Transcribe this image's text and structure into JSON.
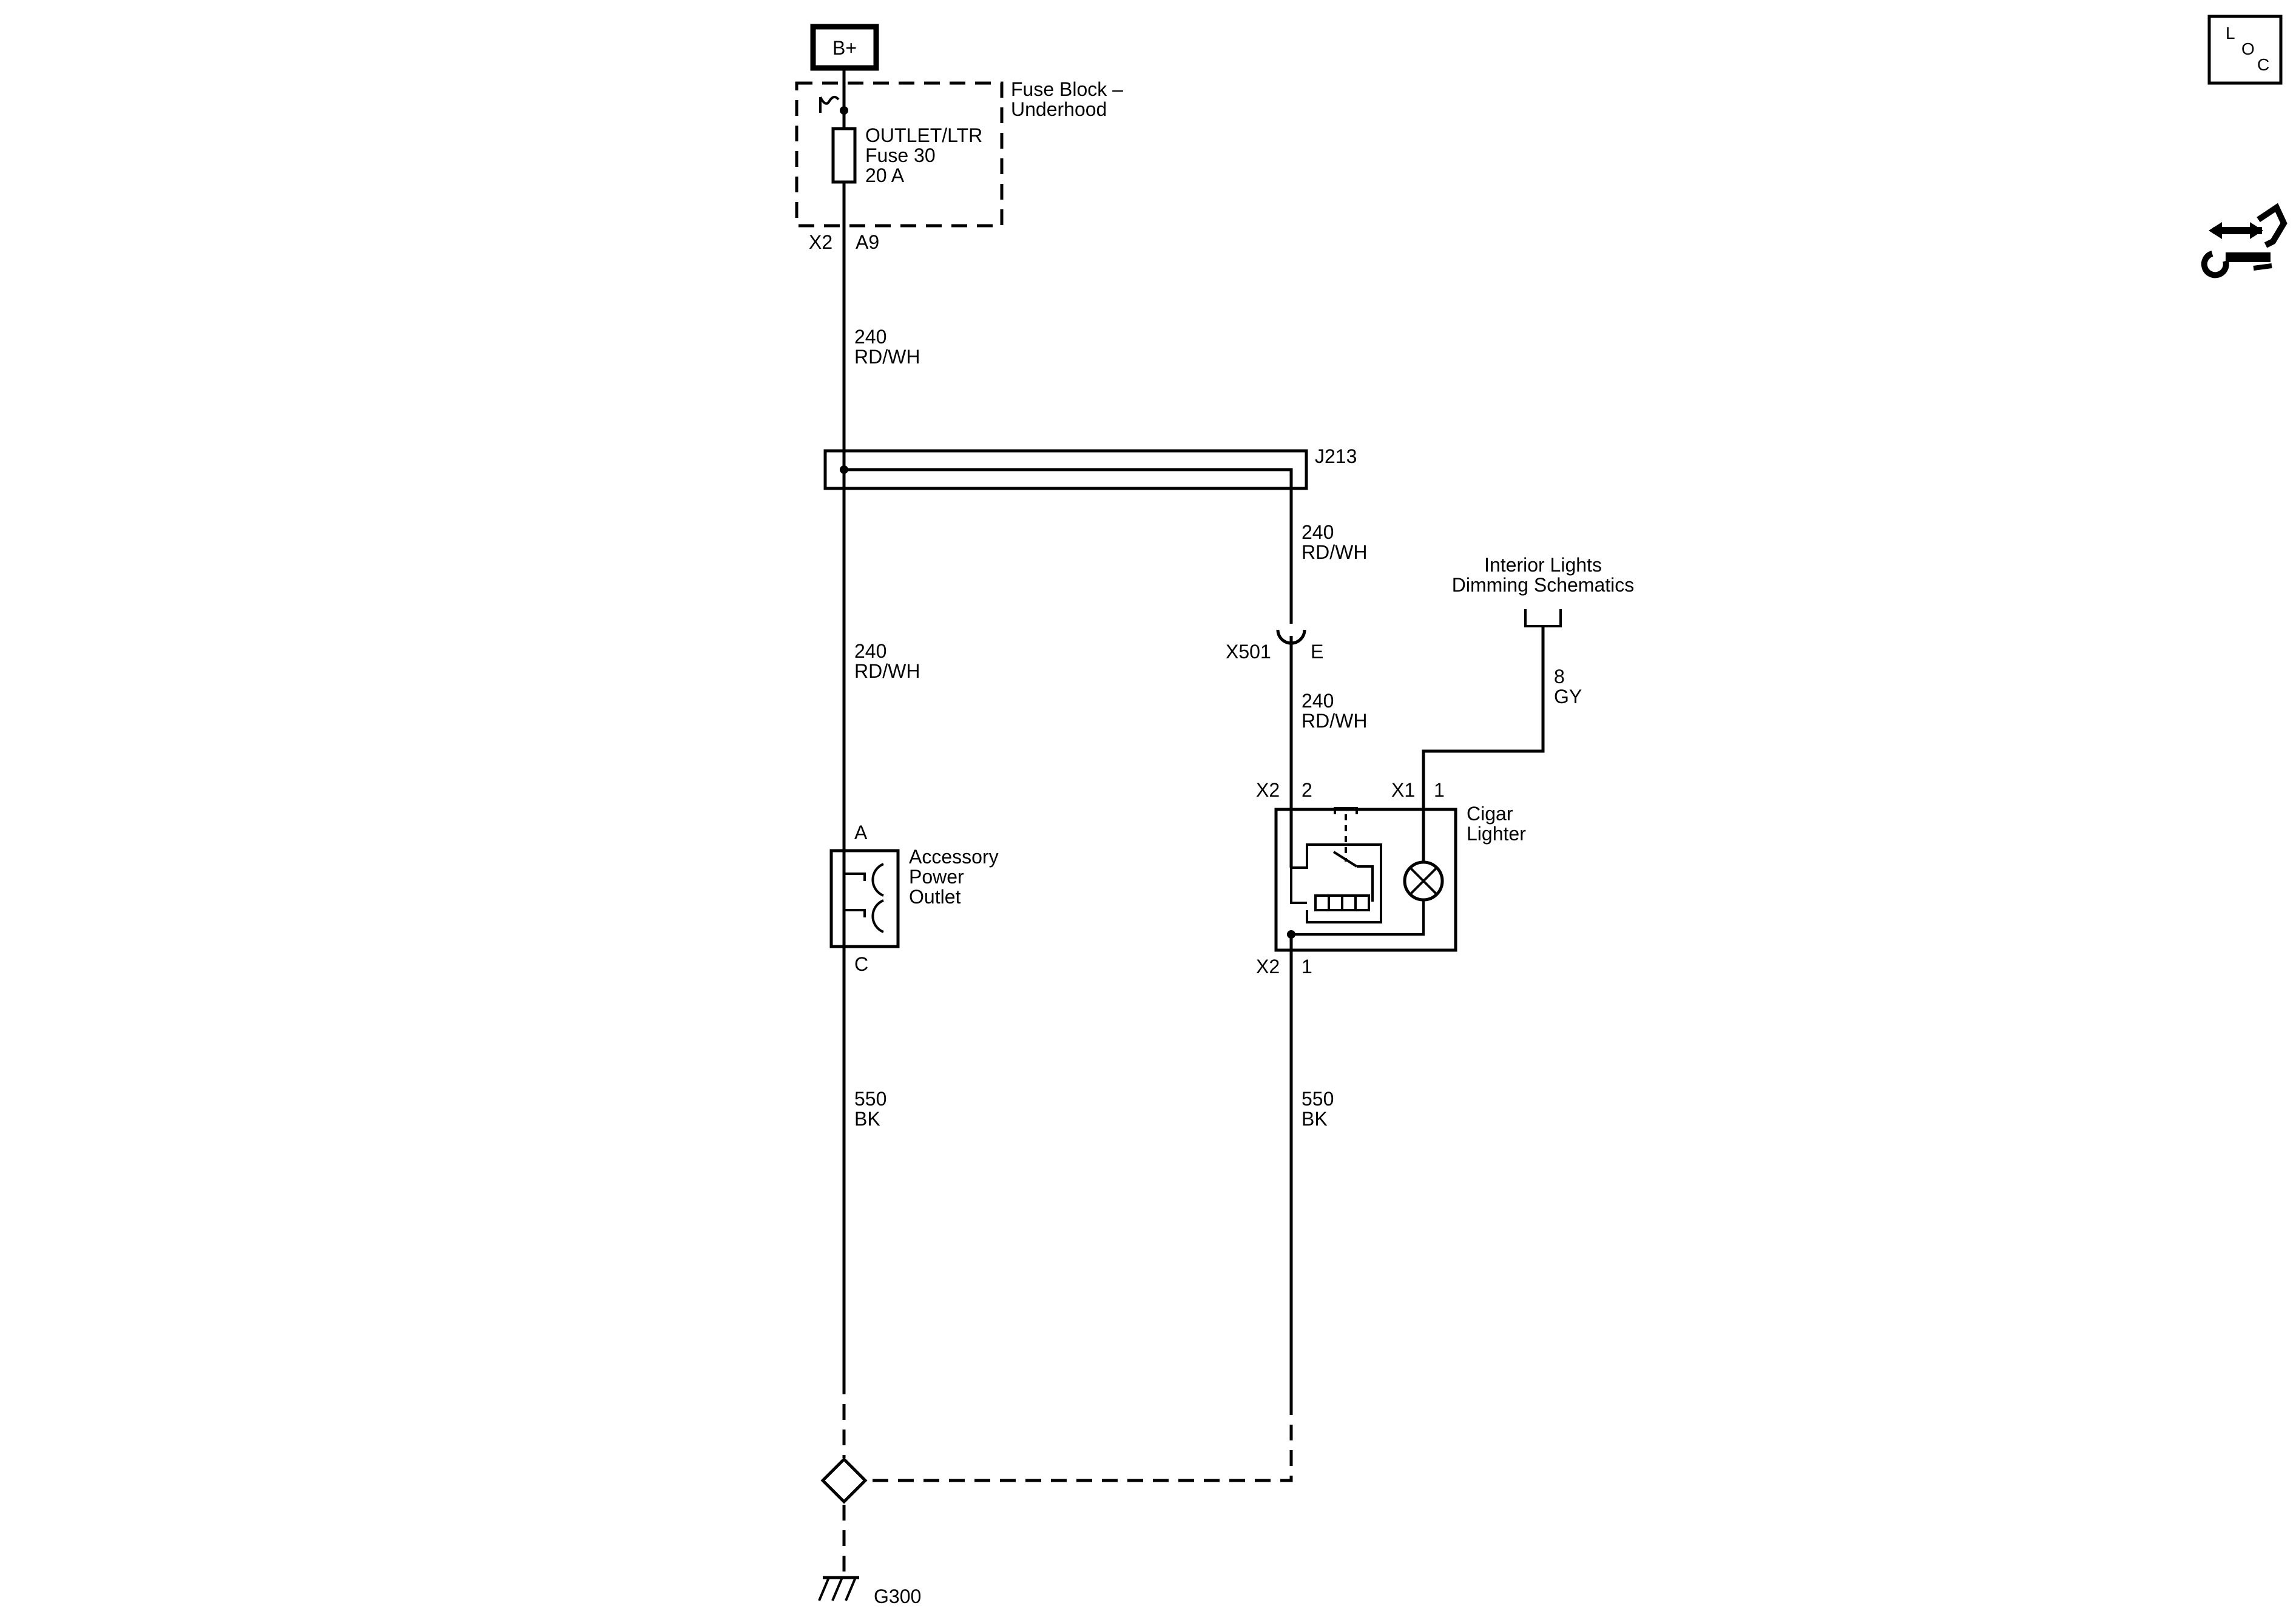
{
  "power": {
    "source": "B+"
  },
  "fuse_block": {
    "title_line1": "Fuse Block –",
    "title_line2": "Underhood",
    "fuse_name": "OUTLET/LTR",
    "fuse_number": "Fuse 30",
    "fuse_rating": "20 A",
    "connector": "X2",
    "pin": "A9"
  },
  "wires": {
    "feed_upper": {
      "circuit": "240",
      "color": "RD/WH"
    },
    "splice_to_x501": {
      "circuit": "240",
      "color": "RD/WH"
    },
    "outlet_feed": {
      "circuit": "240",
      "color": "RD/WH"
    },
    "lighter_feed": {
      "circuit": "240",
      "color": "RD/WH"
    },
    "outlet_ground": {
      "circuit": "550",
      "color": "BK"
    },
    "lighter_ground": {
      "circuit": "550",
      "color": "BK"
    },
    "dimming": {
      "circuit": "8",
      "color": "GY"
    }
  },
  "splice": {
    "name": "J213"
  },
  "inline_connector": {
    "name": "X501",
    "pin": "E"
  },
  "dimming_ref": {
    "line1": "Interior Lights",
    "line2": "Dimming Schematics"
  },
  "accessory_outlet": {
    "line1": "Accessory",
    "line2": "Power",
    "line3": "Outlet",
    "pin_top": "A",
    "pin_bottom": "C"
  },
  "cigar_lighter": {
    "line1": "Cigar",
    "line2": "Lighter",
    "x2_connector": "X2",
    "x2_pin_power": "2",
    "x1_connector": "X1",
    "x1_pin": "1",
    "x2_connector_bottom": "X2",
    "x2_pin_ground": "1"
  },
  "ground": {
    "name": "G300"
  },
  "corner_icons": {
    "locator": {
      "l": "L",
      "o": "O",
      "c": "C"
    },
    "service_icon": "service-info-icon"
  }
}
